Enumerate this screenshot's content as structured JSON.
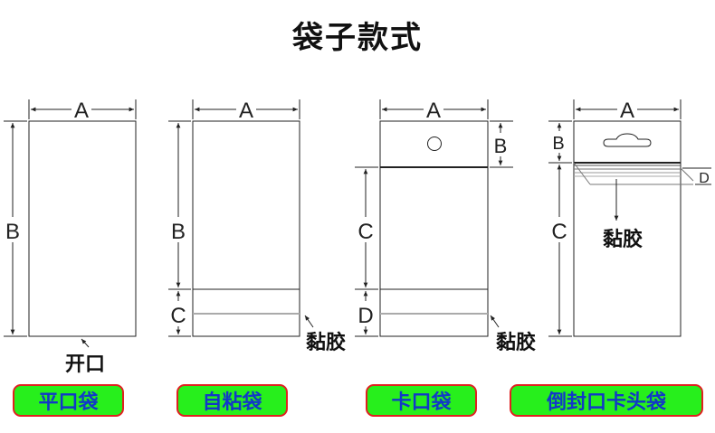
{
  "title": "袋子款式",
  "dimension_labels": {
    "a": "A",
    "b": "B",
    "c": "C",
    "d": "D"
  },
  "annotations": {
    "opening": "开口",
    "adhesive": "黏胶"
  },
  "bag_types": [
    "平口袋",
    "自粘袋",
    "卡口袋",
    "倒封口卡头袋"
  ],
  "colors": {
    "pill_fill": "#27ef1c",
    "pill_border": "#e02020",
    "pill_text": "#1238c8",
    "line": "#222222",
    "adhesive_line": "#aaaaaa"
  }
}
